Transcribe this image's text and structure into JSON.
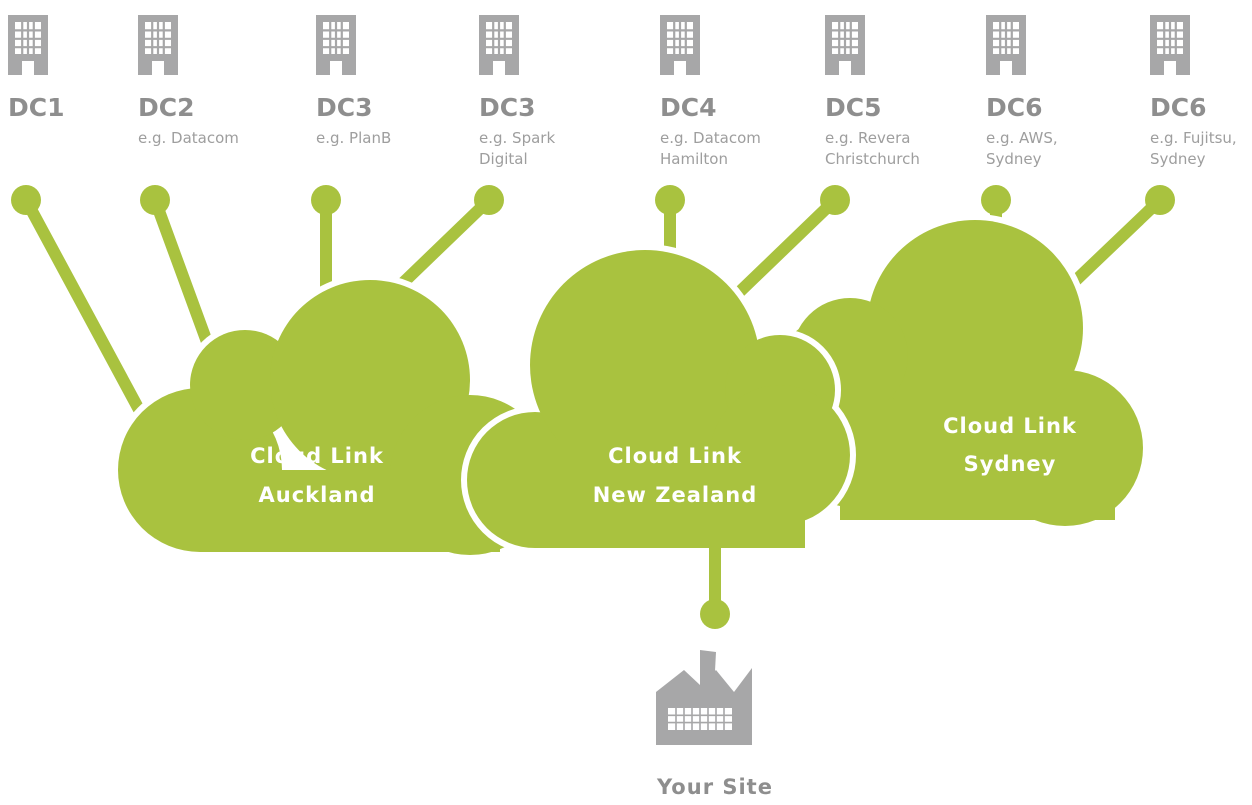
{
  "colors": {
    "accent": "#a9c23f",
    "building": "#a7a7a8",
    "label": "#8e8e8e",
    "sublabel": "#9e9e9e",
    "cloud_text": "#ffffff"
  },
  "datacenters": [
    {
      "title": "DC1",
      "sub1": "",
      "sub2": ""
    },
    {
      "title": "DC2",
      "sub1": "e.g. Datacom",
      "sub2": ""
    },
    {
      "title": "DC3",
      "sub1": "e.g. PlanB",
      "sub2": ""
    },
    {
      "title": "DC3",
      "sub1": "e.g. Spark",
      "sub2": "Digital"
    },
    {
      "title": "DC4",
      "sub1": "e.g. Datacom",
      "sub2": "Hamilton"
    },
    {
      "title": "DC5",
      "sub1": "e.g. Revera",
      "sub2": "Christchurch"
    },
    {
      "title": "DC6",
      "sub1": "e.g. AWS,",
      "sub2": "Sydney"
    },
    {
      "title": "DC6",
      "sub1": "e.g. Fujitsu,",
      "sub2": "Sydney"
    }
  ],
  "clouds": [
    {
      "line1": "Cloud Link",
      "line2": "Auckland"
    },
    {
      "line1": "Cloud Link",
      "line2": "New Zealand"
    },
    {
      "line1": "Cloud Link",
      "line2": "Sydney"
    }
  ],
  "site": {
    "label": "Your Site",
    "icon": "factory-icon"
  },
  "icons": {
    "datacenter": "building-icon",
    "node": "connector-node"
  }
}
